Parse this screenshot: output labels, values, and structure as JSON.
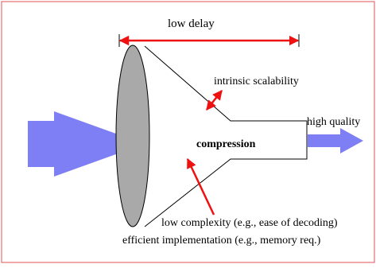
{
  "labels": {
    "low_delay": "low delay",
    "intrinsic_scalability": "intrinsic scalability",
    "high_quality": "high quality",
    "compression": "compression",
    "low_complexity": "low complexity (e.g., ease of decoding)",
    "efficient_implementation": "efficient implementation (e.g., memory req.)"
  },
  "colors": {
    "frame_border": "#e05050",
    "arrow_red": "#ee1111",
    "arrow_blue": "#7f7ff5",
    "ellipse_fill": "#a9a9a9",
    "outline": "#000000"
  }
}
